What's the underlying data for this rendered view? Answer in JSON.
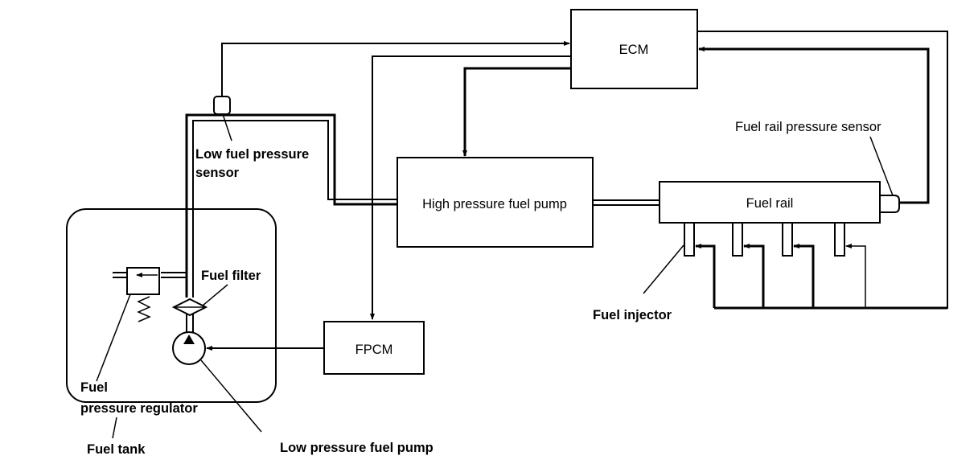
{
  "diagram": {
    "title": "Fuel system schematic",
    "colors": {
      "line": "#000000",
      "background": "#ffffff"
    },
    "components": {
      "ecm": "ECM",
      "high_pressure_pump": "High pressure fuel pump",
      "fuel_rail": "Fuel rail",
      "fpcm": "FPCM"
    },
    "labels": {
      "low_fuel_pressure_sensor_line1": "Low fuel pressure",
      "low_fuel_pressure_sensor_line2": "sensor",
      "fuel_rail_pressure_sensor": "Fuel rail pressure sensor",
      "fuel_filter": "Fuel filter",
      "fuel_injector": "Fuel injector",
      "fuel_pressure_regulator_line1": "Fuel",
      "fuel_pressure_regulator_line2": "pressure regulator",
      "fuel_tank": "Fuel tank",
      "low_pressure_fuel_pump": "Low pressure fuel pump"
    },
    "injector_count": 4
  }
}
